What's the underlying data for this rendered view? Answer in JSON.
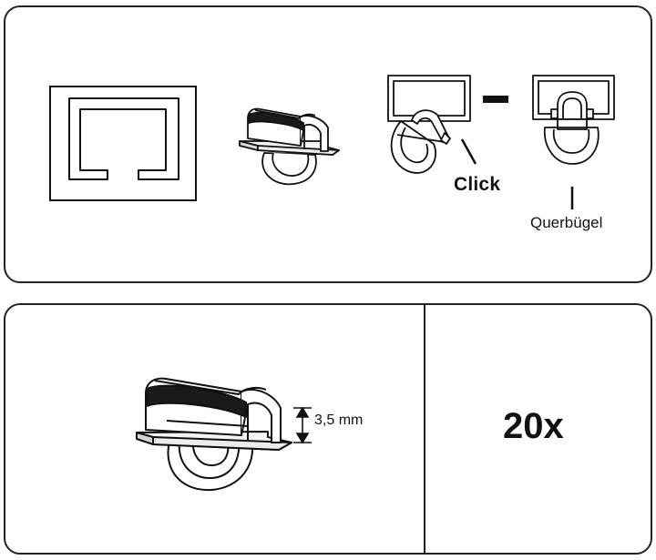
{
  "labels": {
    "click": "Click",
    "cross_bar": "Querbügel",
    "dimension": "3,5 mm",
    "quantity": "20x"
  }
}
